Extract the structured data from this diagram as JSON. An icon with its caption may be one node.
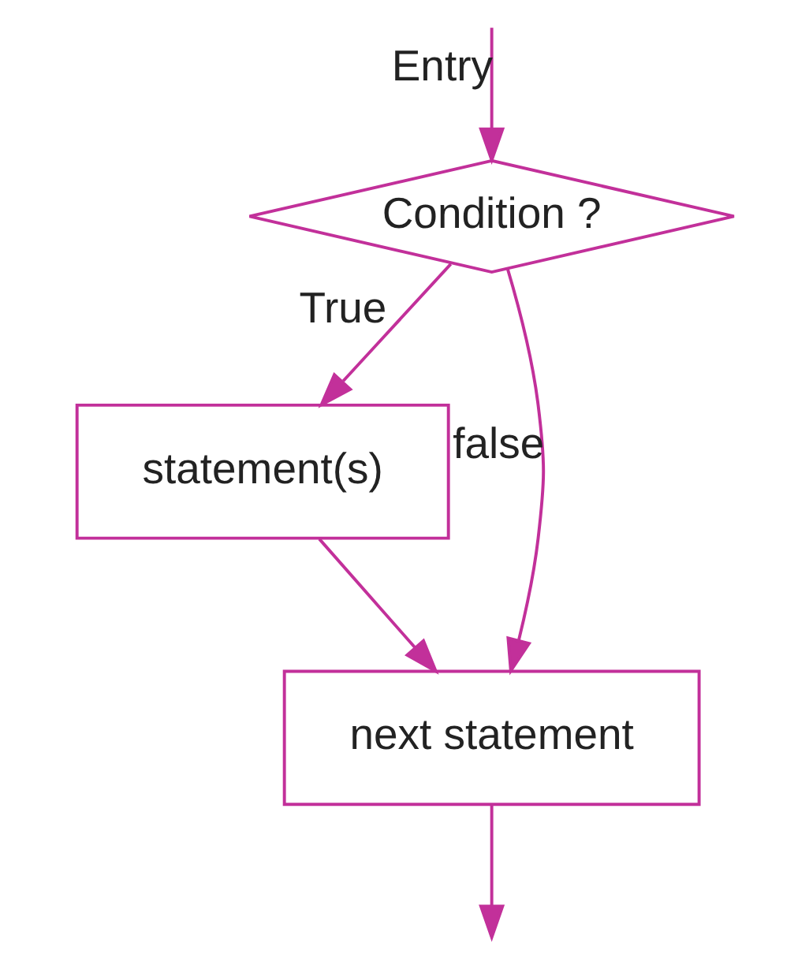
{
  "diagram": {
    "nodes": [
      {
        "text": [
          "Condition ?"
        ]
      },
      {
        "text": [
          "statement(s)"
        ]
      },
      {
        "text": [
          "next statement"
        ]
      }
    ],
    "edges": [
      {
        "from": null,
        "to": 0,
        "arrow": "to",
        "label": "Entry"
      },
      {
        "from": 0,
        "to": 1,
        "arrow": "to",
        "label": "True"
      },
      {
        "from": 0,
        "to": 2,
        "arrow": "to",
        "label": "false"
      },
      {
        "from": 1,
        "to": 2,
        "arrow": "to"
      },
      {
        "from": 2,
        "to": null,
        "arrow": "to"
      }
    ]
  }
}
